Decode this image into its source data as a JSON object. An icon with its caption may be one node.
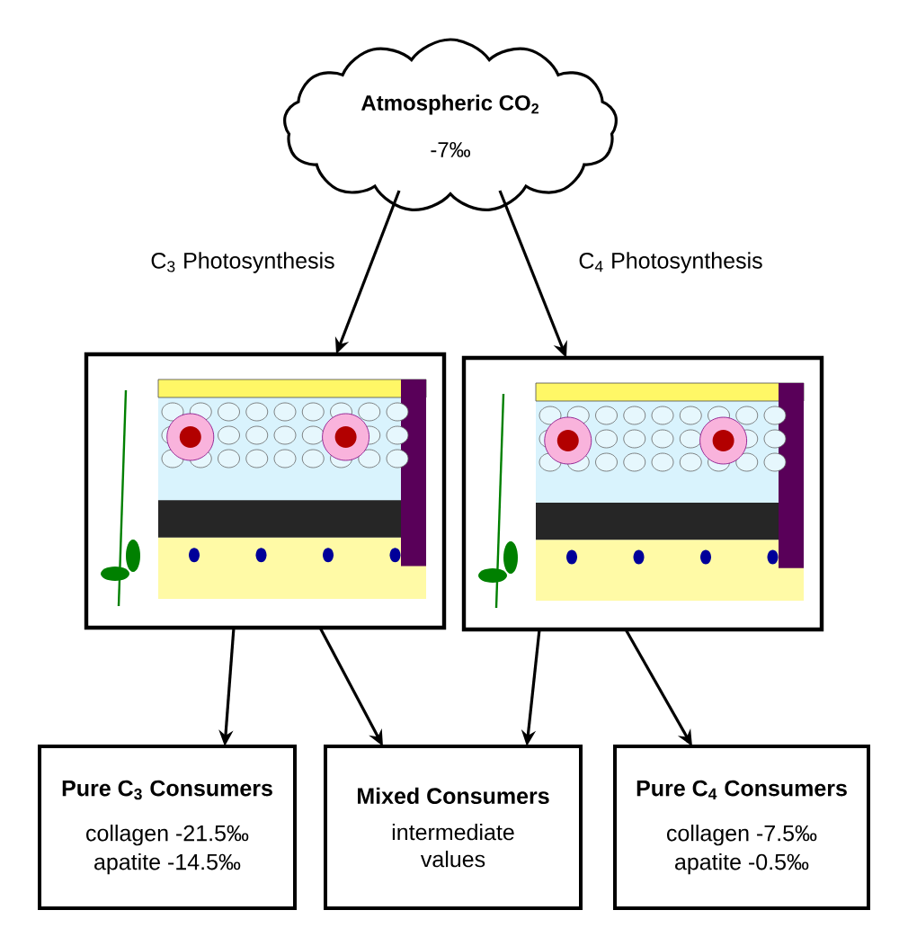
{
  "diagram": {
    "nodes": [
      {
        "text": [
          "Atmospheric CO$_{2}$",
          "-7‰"
        ]
      },
      {
        "text": [],
        "shape": "picture"
      },
      {
        "text": [],
        "shape": "picture"
      },
      {
        "text": [
          "Pure C$_{3}$ Consumers",
          "collagen -21.5‰",
          "apatite -14.5‰"
        ]
      },
      {
        "text": [
          "Mixed Consumers",
          "intermediate values"
        ]
      },
      {
        "text": [
          "Pure C$_{4}$ Consumers",
          "collagen -7.5‰",
          "apatite -0.5‰"
        ]
      }
    ],
    "edges": [
      {
        "from": 0,
        "to": 1,
        "arrow": "to",
        "label": "C$_{3}$ Photosynthesis"
      },
      {
        "from": 0,
        "to": 2,
        "arrow": "to",
        "label": "C$_{4}$ Photosynthesis"
      },
      {
        "from": 1,
        "to": 3,
        "arrow": "to"
      },
      {
        "from": 1,
        "to": 4,
        "arrow": "to"
      },
      {
        "from": 2,
        "to": 4,
        "arrow": "to"
      },
      {
        "from": 2,
        "to": 5,
        "arrow": "to"
      }
    ]
  }
}
